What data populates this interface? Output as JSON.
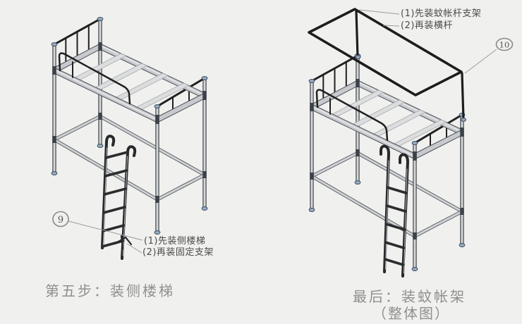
{
  "figures": {
    "left": {
      "callout_number": "9",
      "label_line1": "(1)先装侧楼梯",
      "label_line2": "(2)再装固定支架",
      "caption": "第五步：装侧楼梯"
    },
    "right": {
      "callout_number": "10",
      "label_line1": "(1)先装蚊帐杆支架",
      "label_line2": "(2)再装横杆",
      "caption_line1": "最后：装蚊帐架",
      "caption_line2": "（整体图）"
    }
  },
  "colors": {
    "background": "#f0f0ee",
    "frame_dark": "#212121",
    "metal_edge": "#53565a",
    "metal_light": "#d5d7d9",
    "post_cap_blue": "#9ab0c4",
    "leader_line": "#9b9b9b",
    "label_text": "#4b4b4b",
    "caption_text": "#8f8f8f"
  }
}
